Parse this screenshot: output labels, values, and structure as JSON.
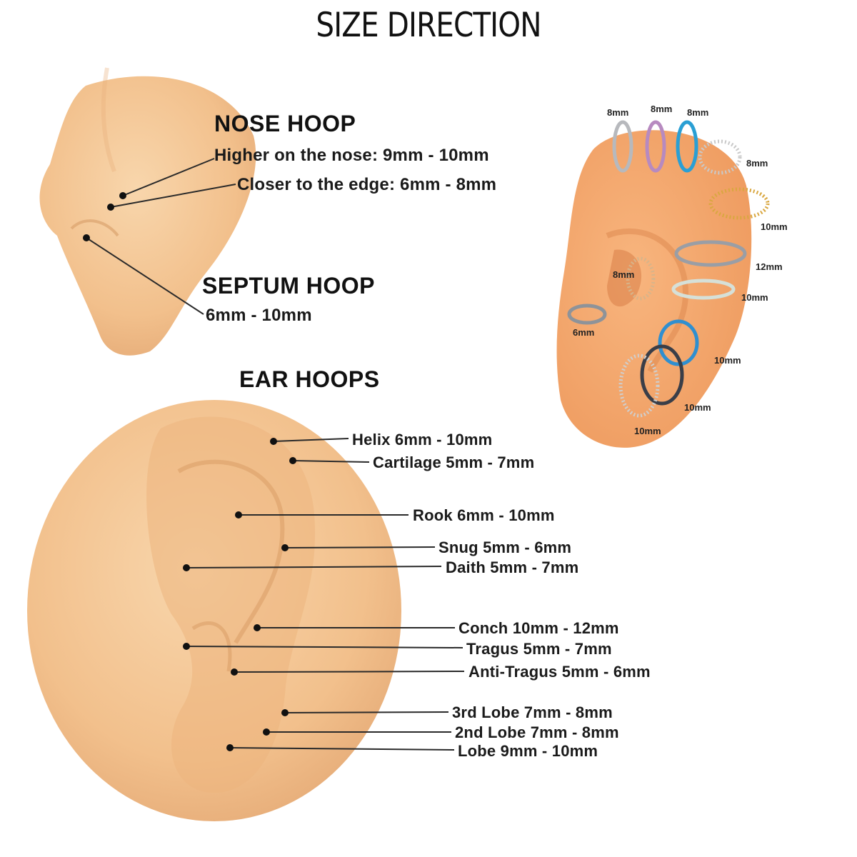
{
  "title": "SIZE DIRECTION",
  "nose": {
    "heading": "NOSE HOOP",
    "higher": "Higher on the nose: 9mm - 10mm",
    "edge": "Closer to the edge: 6mm - 8mm"
  },
  "septum": {
    "heading": "SEPTUM HOOP",
    "size": "6mm - 10mm"
  },
  "ear": {
    "heading": "EAR HOOPS",
    "labels": [
      "Helix 6mm - 10mm",
      "Cartilage 5mm - 7mm",
      "Rook 6mm - 10mm",
      "Snug 5mm - 6mm",
      "Daith 5mm - 7mm",
      "Conch 10mm - 12mm",
      "Tragus 5mm - 7mm",
      "Anti-Tragus 5mm - 6mm",
      "3rd Lobe 7mm - 8mm",
      "2nd  Lobe 7mm - 8mm",
      "Lobe 9mm - 10mm"
    ]
  },
  "photo": {
    "sizes": [
      "8mm",
      "8mm",
      "8mm",
      "8mm",
      "10mm",
      "12mm",
      "8mm",
      "10mm",
      "6mm",
      "10mm",
      "10mm",
      "10mm"
    ]
  },
  "colors": {
    "skin": "#f3c490",
    "photo_skin": "#f4a870",
    "text": "#1a1a1a"
  }
}
